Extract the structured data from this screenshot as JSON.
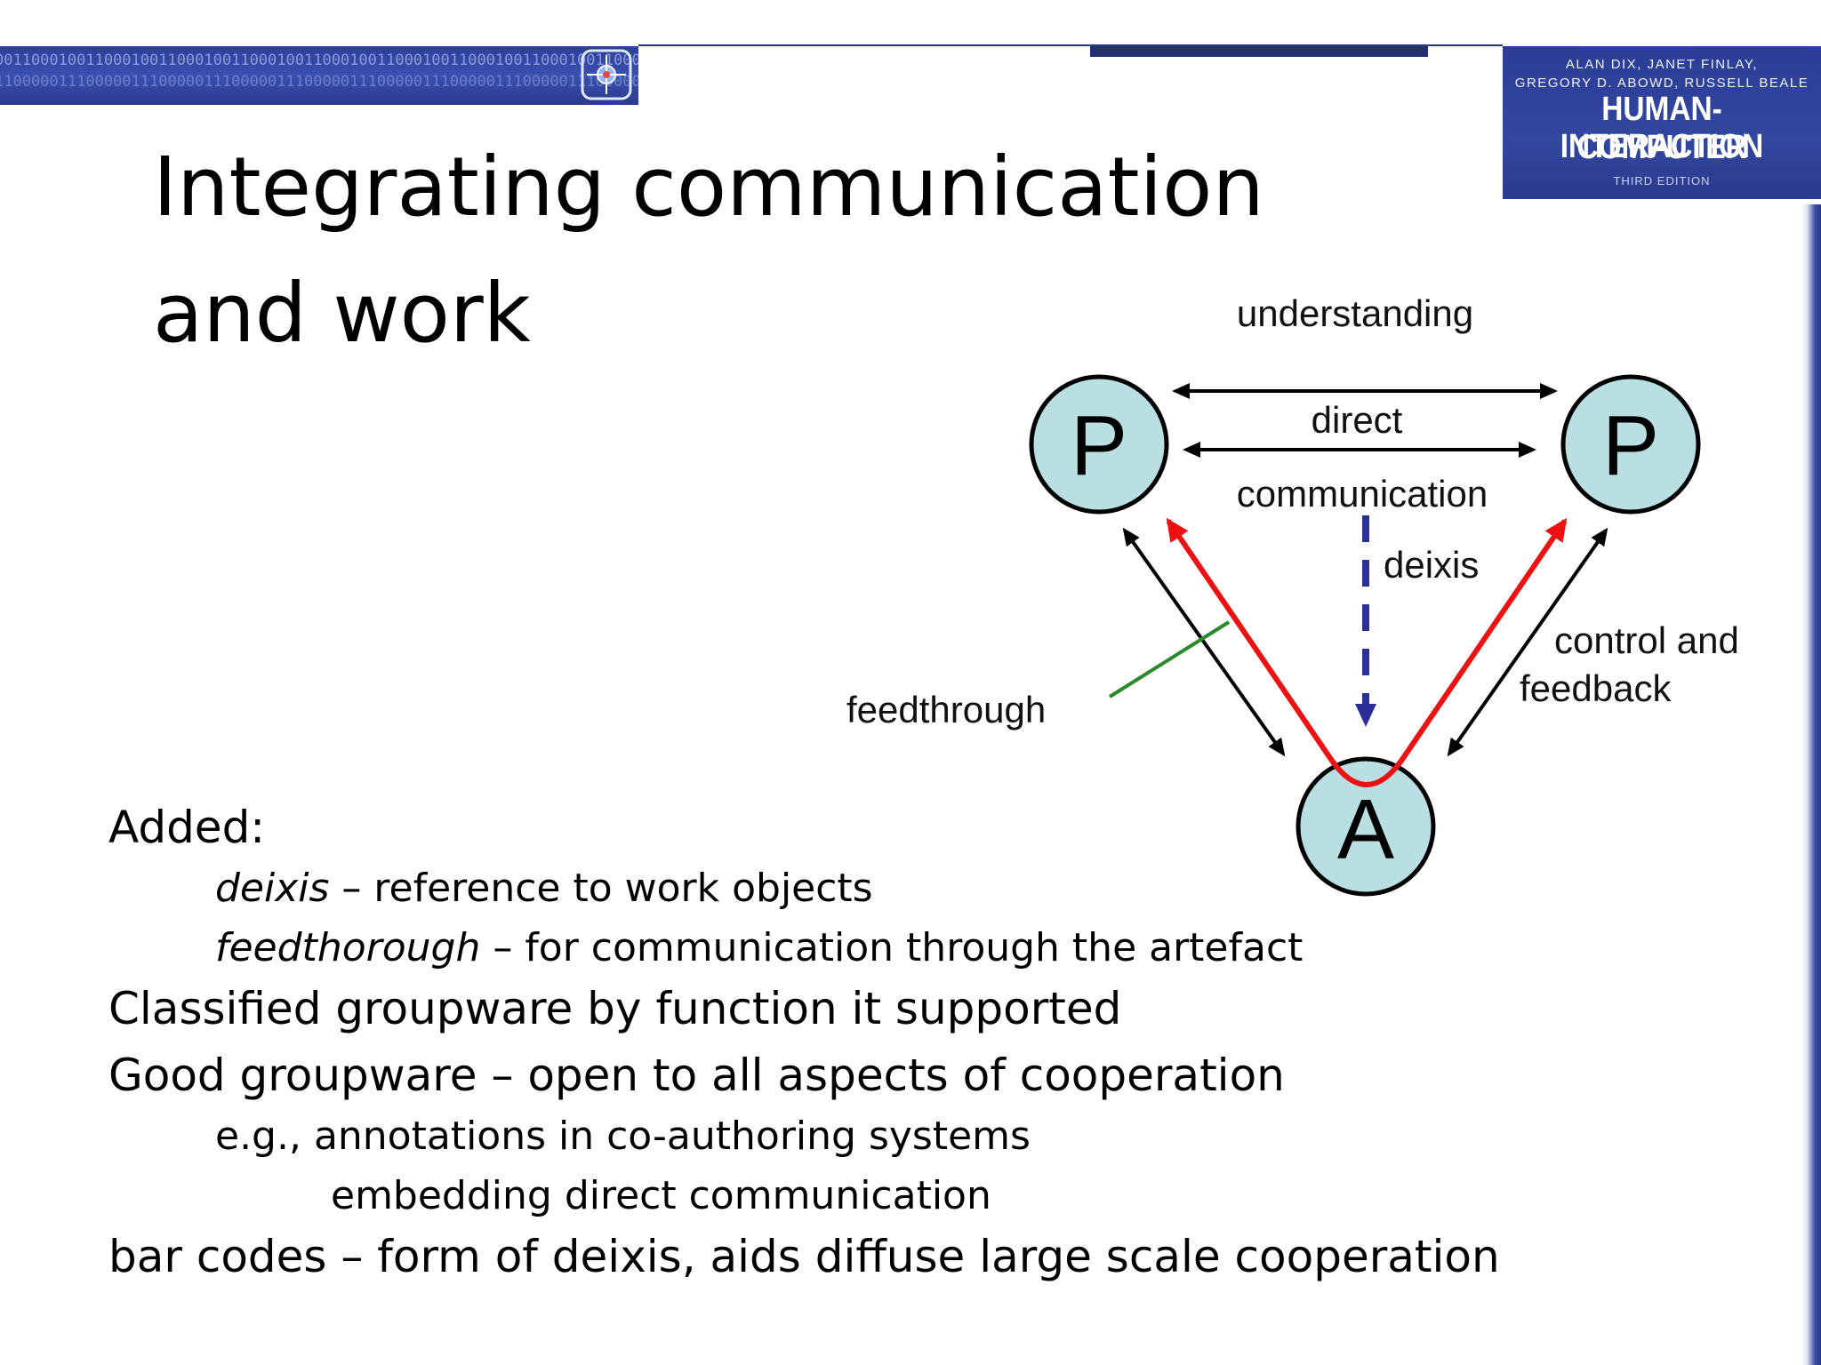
{
  "slide": {
    "title_line1": "Integrating communication",
    "title_line2": "and work"
  },
  "book": {
    "authors_line1": "ALAN DIX, JANET FINLAY,",
    "authors_line2": "GREGORY D. ABOWD, RUSSELL BEALE",
    "title_line1": "HUMAN-COMPUTER",
    "title_line2": "INTERACTION",
    "edition": "THIRD EDITION"
  },
  "banner": {
    "binary_row1": "00110001001100010011000100110001001100010011000100110001001100010011000100110001",
    "binary_row2": "11000001110000011100000111000001110000011100000111000001110000011100000111000001"
  },
  "diagram": {
    "nodes": {
      "p_left": "P",
      "p_right": "P",
      "artefact": "A"
    },
    "labels": {
      "understanding": "understanding",
      "direct": "direct",
      "communication": "communication",
      "deixis": "deixis",
      "control_line1": "control and",
      "control_line2": "feedback",
      "feedthrough": "feedthrough"
    },
    "colors": {
      "node_fill": "#b9dfe2",
      "arrow": "#000000",
      "feedback_path": "#ee1111",
      "deixis": "#2c2f96",
      "feedthrough_line": "#2a8a2a"
    }
  },
  "body": {
    "added": "Added:",
    "deixis_term": "deixis",
    "deixis_desc": " – reference to work objects",
    "feed_term": "feedthorough",
    "feed_desc": " – for communication through the artefact",
    "classified": "Classified groupware by function it supported",
    "good": "Good groupware – open to all aspects of cooperation",
    "eg": "e.g., annotations in co-authoring systems",
    "embedding": "embedding direct communication",
    "barcodes": "bar codes – form of deixis, aids diffuse large scale cooperation"
  }
}
